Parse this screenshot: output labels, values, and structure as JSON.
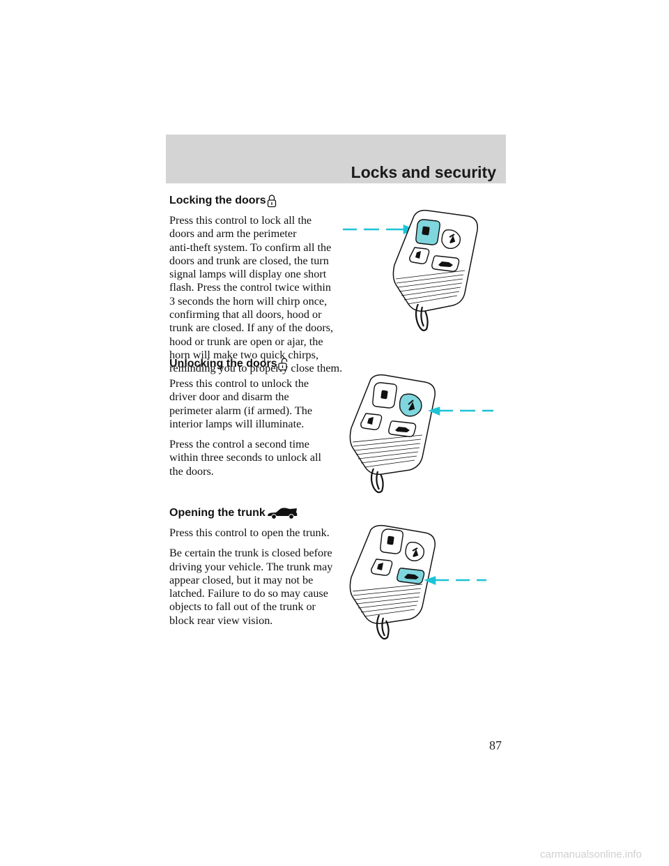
{
  "header": {
    "title": "Locks and security"
  },
  "sections": [
    {
      "heading": "Locking the doors",
      "icon": "lock-icon",
      "paragraphs": [
        [
          "Press this control to lock all the",
          "doors and arm the perimeter",
          "anti-theft system. To confirm all the",
          "doors and trunk are closed, the turn",
          "signal lamps will display one short",
          "flash. Press the control twice within",
          "3 seconds the horn will chirp once,",
          "confirming that all doors, hood or",
          "trunk are closed. If any of the doors,",
          "hood or trunk are open or ajar, the",
          "horn will make two quick chirps,",
          "reminding you to properly close them."
        ]
      ],
      "highlighted_button": "lock"
    },
    {
      "heading": "Unlocking the doors",
      "icon": "unlock-icon",
      "paragraphs": [
        [
          "Press this control to unlock the",
          "driver door and disarm the",
          "perimeter alarm (if armed). The",
          "interior lamps will illuminate."
        ],
        [
          "Press the control a second time",
          "within three seconds to unlock all",
          "the doors."
        ]
      ],
      "highlighted_button": "unlock"
    },
    {
      "heading": "Opening the trunk",
      "icon": "car-trunk-icon",
      "paragraphs": [
        [
          "Press this control to open the trunk."
        ],
        [
          "Be certain the trunk is closed before",
          "driving your vehicle. The trunk may",
          "appear closed, but it may not be",
          "latched. Failure to do so may cause",
          "objects to fall out of the trunk or",
          "block rear view vision."
        ]
      ],
      "highlighted_button": "trunk"
    }
  ],
  "page_number": "87",
  "watermark": "carmanualsonline.info",
  "colors": {
    "highlight": "#7fd6de",
    "arrow": "#1cc3d6",
    "header_band": "#d4d4d4"
  }
}
